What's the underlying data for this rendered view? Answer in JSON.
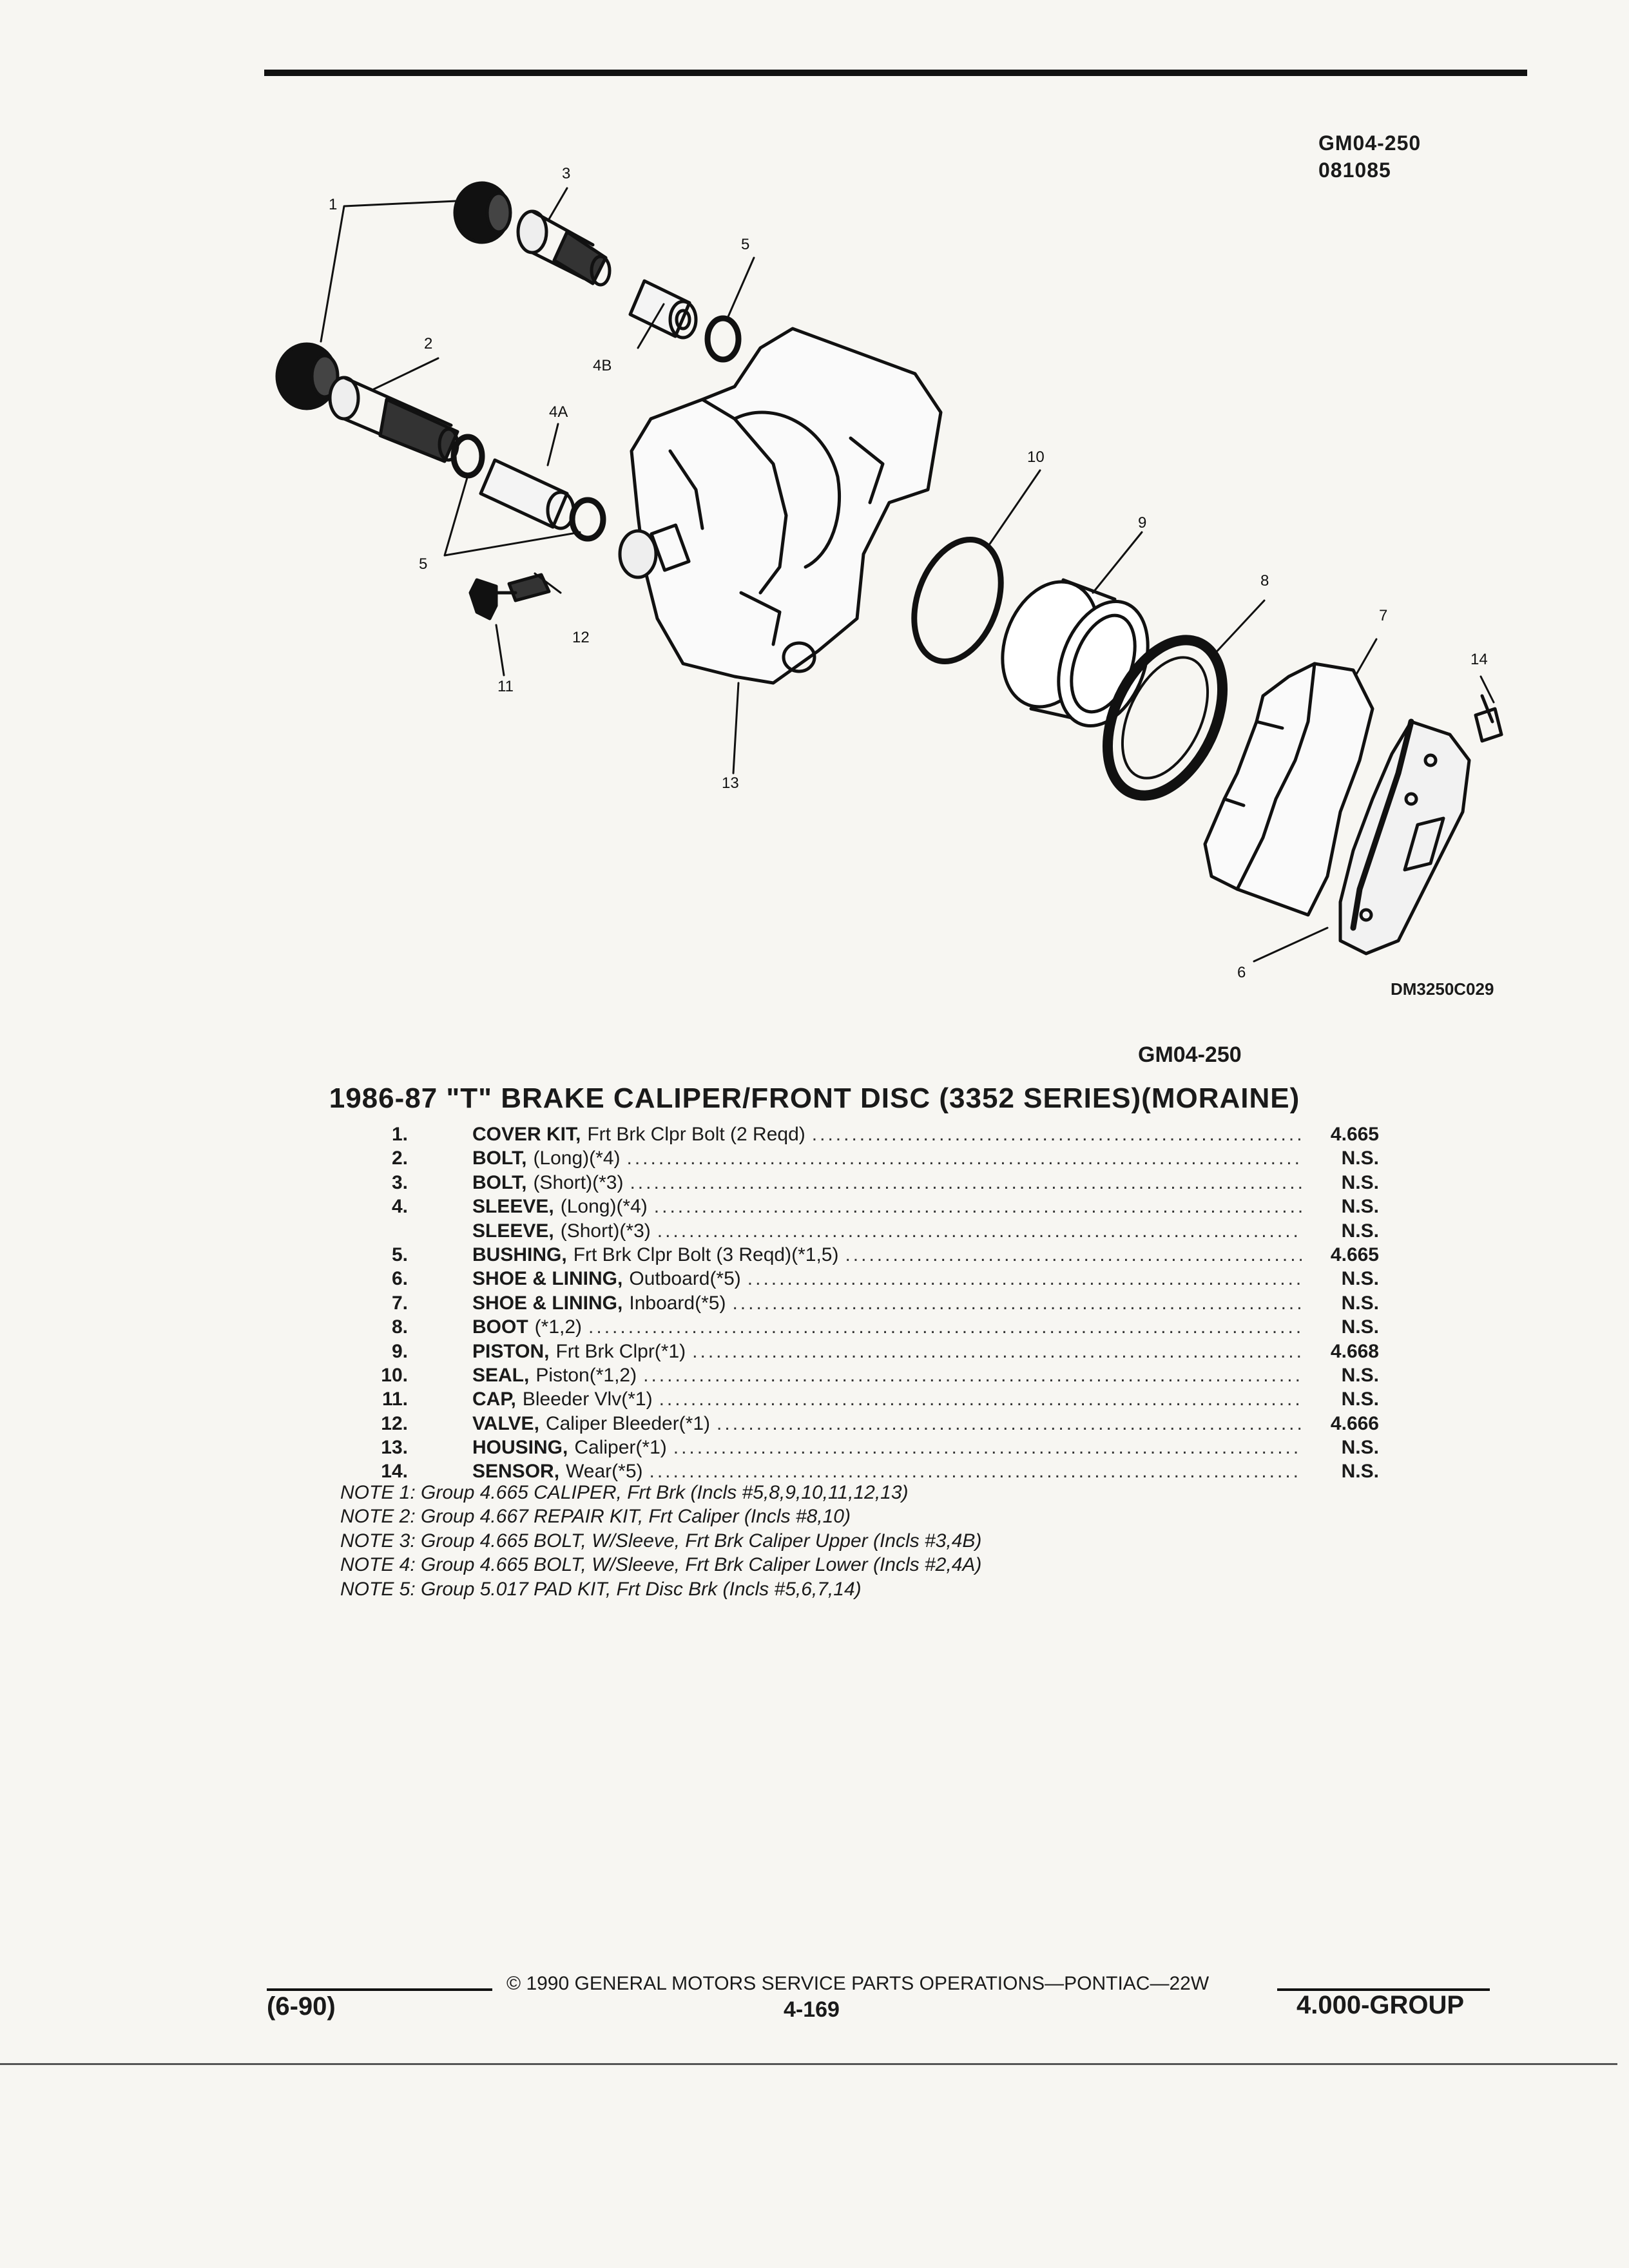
{
  "header": {
    "code": "GM04-250",
    "date_code": "081085"
  },
  "diagram": {
    "callouts": [
      "1",
      "2",
      "3",
      "4A",
      "4B",
      "5",
      "5",
      "6",
      "7",
      "8",
      "9",
      "10",
      "11",
      "12",
      "13",
      "14"
    ],
    "drawing_code": "DM3250C029"
  },
  "section_code": "GM04-250",
  "title": "1986-87 \"T\" BRAKE CALIPER/FRONT DISC (3352 SERIES)(MORAINE)",
  "parts": [
    {
      "num": "1.",
      "name": "COVER KIT,",
      "desc": "Frt Brk Clpr Bolt (2 Reqd)",
      "value": "4.665"
    },
    {
      "num": "2.",
      "name": "BOLT,",
      "desc": "(Long)(*4)",
      "value": "N.S."
    },
    {
      "num": "3.",
      "name": "BOLT,",
      "desc": "(Short)(*3)",
      "value": "N.S."
    },
    {
      "num": "4.",
      "name": "SLEEVE,",
      "desc": "(Long)(*4)",
      "value": "N.S."
    },
    {
      "num": "",
      "name": "SLEEVE,",
      "desc": "(Short)(*3)",
      "value": "N.S."
    },
    {
      "num": "5.",
      "name": "BUSHING,",
      "desc": "Frt Brk Clpr Bolt (3 Reqd)(*1,5)",
      "value": "4.665"
    },
    {
      "num": "6.",
      "name": "SHOE & LINING,",
      "desc": "Outboard(*5)",
      "value": "N.S."
    },
    {
      "num": "7.",
      "name": "SHOE & LINING,",
      "desc": "Inboard(*5)",
      "value": "N.S."
    },
    {
      "num": "8.",
      "name": "BOOT",
      "desc": "(*1,2)",
      "value": "N.S."
    },
    {
      "num": "9.",
      "name": "PISTON,",
      "desc": "Frt Brk Clpr(*1)",
      "value": "4.668"
    },
    {
      "num": "10.",
      "name": "SEAL,",
      "desc": "Piston(*1,2)",
      "value": "N.S."
    },
    {
      "num": "11.",
      "name": "CAP,",
      "desc": "Bleeder Vlv(*1)",
      "value": "N.S."
    },
    {
      "num": "12.",
      "name": "VALVE,",
      "desc": "Caliper Bleeder(*1)",
      "value": "4.666"
    },
    {
      "num": "13.",
      "name": "HOUSING,",
      "desc": "Caliper(*1)",
      "value": "N.S."
    },
    {
      "num": "14.",
      "name": "SENSOR,",
      "desc": "Wear(*5)",
      "value": "N.S."
    }
  ],
  "notes": [
    "NOTE 1: Group 4.665 CALIPER, Frt Brk (Incls #5,8,9,10,11,12,13)",
    "NOTE 2: Group 4.667 REPAIR KIT, Frt Caliper (Incls #8,10)",
    "NOTE 3: Group 4.665 BOLT, W/Sleeve, Frt Brk Caliper Upper (Incls #3,4B)",
    "NOTE 4: Group 4.665 BOLT, W/Sleeve, Frt Brk Caliper Lower (Incls #2,4A)",
    "NOTE 5: Group 5.017 PAD KIT, Frt Disc Brk (Incls #5,6,7,14)"
  ],
  "footer": {
    "copyright": "© 1990 GENERAL MOTORS SERVICE PARTS OPERATIONS—PONTIAC—22W",
    "date": "(6-90)",
    "page": "4-169",
    "group": "4.000-GROUP"
  }
}
